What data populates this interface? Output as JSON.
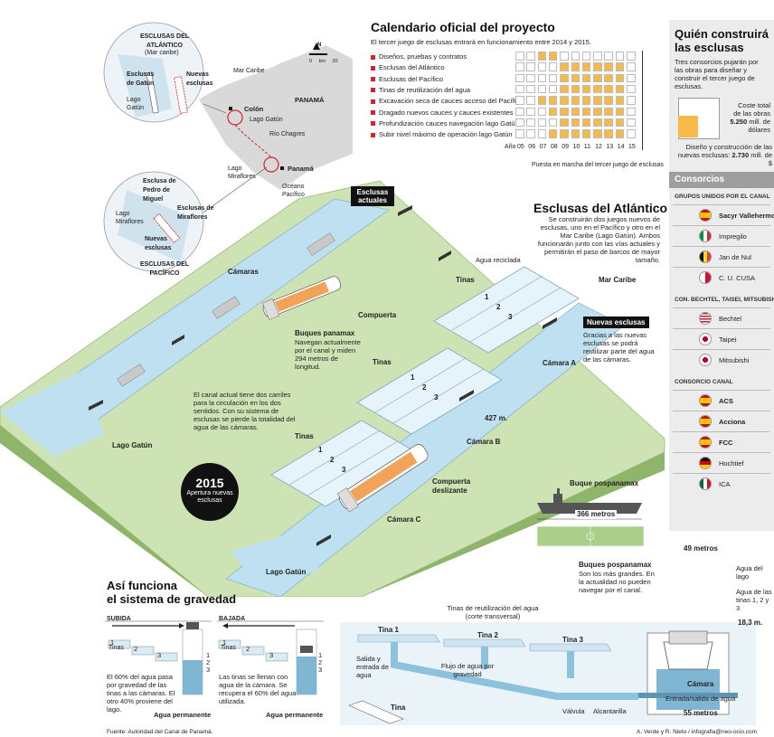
{
  "calendar": {
    "title": "Calendario oficial del proyecto",
    "subtitle": "El tercer juego de esclusas entrará en funcionamiento entre 2014 y 2015.",
    "tasks": [
      "Diseños, pruebas y contratos",
      "Esclusas del Atlántico",
      "Esclusas del Pacífico",
      "Tinas de reutilización del agua",
      "Excavación seca de cauces acceso del Pacífico",
      "Dragado nuevos cauces y cauces existentes",
      "Profundización cauces navegación lago Gatún",
      "Subir nivel máximo de operación lago Gatún"
    ],
    "year_label": "Año",
    "years": [
      "05",
      "06",
      "07",
      "08",
      "09",
      "10",
      "11",
      "12",
      "13",
      "14",
      "15"
    ],
    "puesta": "Puesta en marcha del tercer juego de esclusas",
    "grid": [
      [
        0,
        0,
        1,
        1,
        0,
        0,
        0,
        0,
        0,
        0,
        0
      ],
      [
        0,
        0,
        0,
        0,
        1,
        1,
        1,
        1,
        1,
        1,
        0
      ],
      [
        0,
        0,
        0,
        0,
        1,
        1,
        1,
        1,
        1,
        1,
        0
      ],
      [
        0,
        0,
        0,
        0,
        1,
        1,
        1,
        1,
        1,
        1,
        0
      ],
      [
        0,
        0,
        1,
        1,
        1,
        1,
        1,
        1,
        1,
        1,
        0
      ],
      [
        0,
        0,
        0,
        1,
        1,
        1,
        1,
        1,
        1,
        1,
        0
      ],
      [
        0,
        0,
        0,
        0,
        1,
        1,
        1,
        1,
        1,
        1,
        0
      ],
      [
        0,
        0,
        0,
        1,
        1,
        1,
        1,
        1,
        1,
        1,
        0
      ]
    ]
  },
  "quien": {
    "title_line1": "Quién construirá",
    "title_line2": "las esclusas",
    "intro": "Tres consorcios pujarán por las obras para diseñar y construir el tercer juego de esclusas.",
    "cost_label1": "Coste total",
    "cost_label2": "de las obras",
    "cost_value": "5.250",
    "cost_unit": "mill. de dólares",
    "design_label1": "Diseño y construcción de las",
    "design_label2": "nuevas esclusas:",
    "design_value": "2.730",
    "design_unit": "mill. de $"
  },
  "consorcios": {
    "header": "Consorcios",
    "groups": [
      {
        "title": "GRUPOS UNIDOS POR EL CANAL",
        "companies": [
          {
            "flag": "spain-flag-icon",
            "name": "Sacyr Vallehermoso",
            "bold": true
          },
          {
            "flag": "italy-flag-icon",
            "name": "Impregilo",
            "bold": false
          },
          {
            "flag": "belgium-flag-icon",
            "name": "Jan de Nul",
            "bold": false
          },
          {
            "flag": "panama-flag-icon",
            "name": "C. U. CUSA",
            "bold": false
          }
        ]
      },
      {
        "title": "CON. BECHTEL, TAISEI, MITSUBISHI",
        "companies": [
          {
            "flag": "usa-flag-icon",
            "name": "Bechtel",
            "bold": false
          },
          {
            "flag": "japan-flag-icon",
            "name": "Taipei",
            "bold": false
          },
          {
            "flag": "japan-flag-icon",
            "name": "Mitsubishi",
            "bold": false
          }
        ]
      },
      {
        "title": "CONSORCIO CANAL",
        "companies": [
          {
            "flag": "spain-flag-icon",
            "name": "ACS",
            "bold": true
          },
          {
            "flag": "spain-flag-icon",
            "name": "Acciona",
            "bold": true
          },
          {
            "flag": "spain-flag-icon",
            "name": "FCC",
            "bold": true
          },
          {
            "flag": "germany-flag-icon",
            "name": "Hochtief",
            "bold": false
          },
          {
            "flag": "mexico-flag-icon",
            "name": "ICA",
            "bold": false
          }
        ]
      }
    ],
    "colors": {
      "spain_red": "#c60b1e",
      "spain_yellow": "#ffc400",
      "italy_green": "#009246",
      "japan_red": "#bc002d"
    }
  },
  "map": {
    "atlantico_title1": "ESCLUSAS DEL",
    "atlantico_title2": "ATLÁNTICO",
    "atlantico_sub": "(Mar caribe)",
    "esclusas_gatun": "Esclusas de Gatún",
    "nuevas_esclusas": "Nuevas esclusas",
    "lago_gatun": "Lago Gatún",
    "mar_caribe": "Mar Caribe",
    "panama": "PANAMÁ",
    "colon": "Colón",
    "rio_chagres": "Río Chagres",
    "lago_miraflores": "Lago Miraflores",
    "panama_city": "Panamá",
    "oceano_pacifico": "Océano Pacífico",
    "north": "N",
    "scale": [
      "0",
      "km",
      "20"
    ],
    "pedro_miguel": "Esclusa de Pedro de Miguel",
    "esclusas_miraflores": "Esclusas de Miraflores",
    "pacifico_title1": "ESCLUSAS DEL",
    "pacifico_title2": "PACÍFICO"
  },
  "atlantico": {
    "title": "Esclusas del Atlántico",
    "description": "Se construirán dos juegos nuevos de esclusas, uno en el Pacífico y otro en el Mar Caribe (Lago Gatún). Ambos funcionarán junto con las vías actuales y permitirán el paso de barcos de mayor tamaño.",
    "esclusas_actuales": "Esclusas actuales",
    "nuevas_esclusas": "Nuevas esclusas",
    "nuevas_desc": "Gracias a las nuevas esclusas se podrá reutilizar parte del agua de las cámaras.",
    "camaras": "Cámaras",
    "compuerta": "Compuerta",
    "buques_panamax": "Buques panamax",
    "panamax_desc": "Navegan actualmente por el canal y miden 294 metros de longitud.",
    "tinas": "Tinas",
    "agua_reciclada": "Agua reciclada",
    "mar_caribe": "Mar Caribe",
    "camara_a": "Cámara A",
    "camara_b": "Cámara B",
    "camara_c": "Cámara C",
    "distance": "427 m.",
    "canal_desc": "El canal actual tiene dos carriles para la circulación en los dos sentidos. Con su sistema de esclusas se pierde la totalidad del agua de las cámaras.",
    "lago_gatun": "Lago Gatún",
    "compuerta_deslizante": "Compuerta deslizante",
    "badge_year": "2015",
    "badge_text": "Apertura nuevas esclusas",
    "tina_numbers": [
      "1",
      "2",
      "3"
    ]
  },
  "postpanamax": {
    "label": "Buque pospanamax",
    "length": "366 metros",
    "buques_title": "Buques pospanamax",
    "buques_desc": "Son los más grandes. En la actualidad no pueden navegar por el canal.",
    "width": "49 metros",
    "agua_lago": "Agua del lago",
    "agua_tinas": "Agua de las tinas 1, 2 y 3",
    "height": "18,3 m.",
    "camara": "Cámara",
    "entrada": "Entrada/salida de agua",
    "bottom": "55 metros"
  },
  "gravedad": {
    "title1": "Así funciona",
    "title2": "el sistema de gravedad",
    "subida": "SUBIDA",
    "bajada": "BAJADA",
    "tinas_label": "Tinas",
    "subida_desc": "El 60% del agua pasa por gravedad de las tinas a las cámaras. El otro 40% proviene del lago.",
    "bajada_desc": "Las tinas se llenan con agua de la cámara. Se recupera el 60% del agua utilizada.",
    "agua_permanente": "Agua permanente",
    "numbers": [
      "1",
      "2",
      "3"
    ]
  },
  "section": {
    "title1": "Tinas de reutilización del agua",
    "title2": "(corte transversal)",
    "tina1": "Tina 1",
    "tina2": "Tina 2",
    "tina3": "Tina 3",
    "flujo": "Flujo de agua por gravedad",
    "salida": "Salida y entrada de agua",
    "tina": "Tina",
    "valvula": "Válvula",
    "alcantarilla": "Alcantarilla"
  },
  "footer": {
    "source": "Fuente: Autoridad del Canal de Panamá.",
    "credits": "A. Verde y R. Nieto / infografia@neo-ocio.com"
  }
}
